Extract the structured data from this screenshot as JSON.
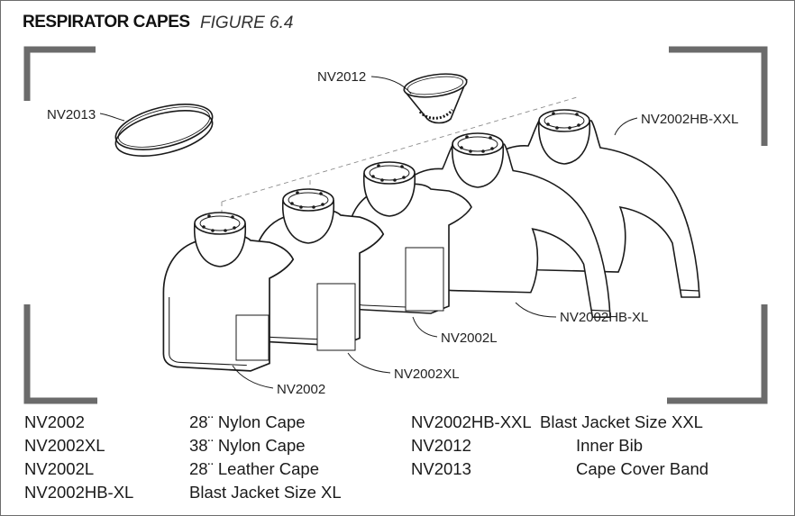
{
  "title": "RESPIRATOR CAPES",
  "figure_label": "FIGURE 6.4",
  "callouts": {
    "nv2013": "NV2013",
    "nv2012": "NV2012",
    "nv2002hb_xxl": "NV2002HB-XXL",
    "nv2002hb_xl": "NV2002HB-XL",
    "nv2002l": "NV2002L",
    "nv2002xl": "NV2002XL",
    "nv2002": "NV2002"
  },
  "legend": {
    "col1": [
      {
        "code": "NV2002",
        "desc": "28¨ Nylon Cape"
      },
      {
        "code": "NV2002XL",
        "desc": "38¨ Nylon Cape"
      },
      {
        "code": "NV2002L",
        "desc": "28¨ Leather Cape"
      },
      {
        "code": "NV2002HB-XL",
        "desc": "Blast Jacket Size XL"
      }
    ],
    "col2": [
      {
        "code": "NV2002HB-XXL",
        "desc": "Blast Jacket Size XXL"
      },
      {
        "code": "NV2012",
        "desc": "Inner Bib"
      },
      {
        "code": "NV2013",
        "desc": "Cape Cover Band"
      }
    ]
  },
  "colors": {
    "frame_corner": "#6b6b6b",
    "line_art": "#1a1a1a",
    "dash_line": "#8a8a8a"
  }
}
